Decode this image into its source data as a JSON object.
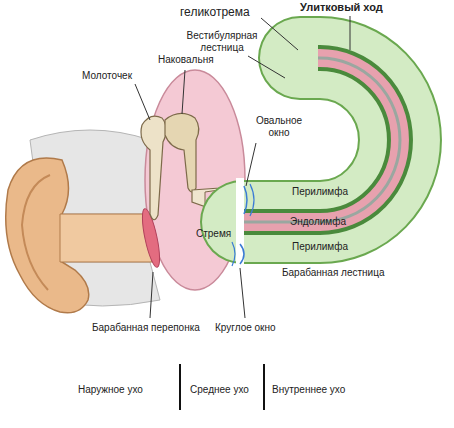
{
  "diagram": {
    "labels": [
      "Улитковый ход",
      "Вестибулярная лестница",
      "геликотрема",
      "Молоточек",
      "Наковальня",
      "Овальное окно",
      "Перилимфа",
      "Эндолимфа",
      "Стремя",
      "Перилимфа",
      "Барабанная лестница",
      "Барабанная перепонка",
      "Круглое окно",
      "Наружное ухо",
      "Среднее ухо",
      "Внутреннее ухо"
    ]
  }
}
